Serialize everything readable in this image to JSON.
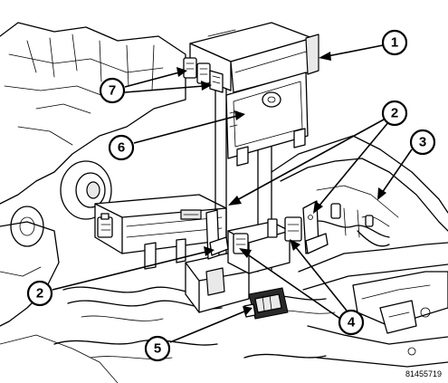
{
  "figure": {
    "reference_number": "81455719"
  },
  "callouts": [
    {
      "id": "1",
      "label": "1"
    },
    {
      "id": "2a",
      "label": "2"
    },
    {
      "id": "2b",
      "label": "2"
    },
    {
      "id": "3",
      "label": "3"
    },
    {
      "id": "4",
      "label": "4"
    },
    {
      "id": "5",
      "label": "5"
    },
    {
      "id": "6",
      "label": "6"
    },
    {
      "id": "7",
      "label": "7"
    }
  ],
  "colors": {
    "line": "#000000",
    "background": "#ffffff",
    "shade": "#e9e9e9"
  }
}
